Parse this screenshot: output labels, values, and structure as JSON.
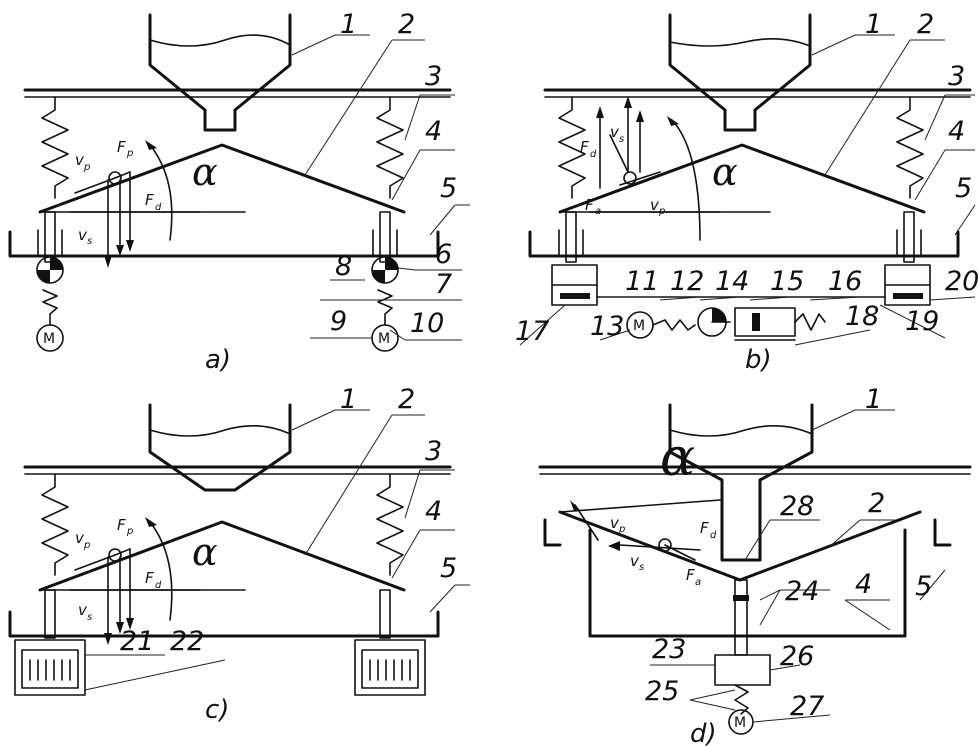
{
  "panels": {
    "a": {
      "caption": "a)",
      "alpha": "α",
      "vectors": [
        "F",
        "p",
        "F",
        "d",
        "v",
        "p",
        "v",
        "s"
      ],
      "motor": "M",
      "labels": [
        "1",
        "2",
        "3",
        "4",
        "5",
        "6",
        "7",
        "8",
        "9",
        "10"
      ]
    },
    "b": {
      "caption": "b)",
      "alpha": "α",
      "vectors": [
        "F",
        "d",
        "v",
        "s",
        "F",
        "a",
        "v",
        "p"
      ],
      "motor": "M",
      "labels": [
        "1",
        "2",
        "3",
        "4",
        "5",
        "11",
        "12",
        "13",
        "14",
        "15",
        "16",
        "17",
        "18",
        "19",
        "20"
      ]
    },
    "c": {
      "caption": "c)",
      "alpha": "α",
      "vectors": [
        "F",
        "p",
        "F",
        "d",
        "v",
        "p",
        "v",
        "s"
      ],
      "labels": [
        "1",
        "2",
        "3",
        "4",
        "5",
        "21",
        "22"
      ]
    },
    "d": {
      "caption": "d)",
      "alpha": "α",
      "vectors": [
        "v",
        "p",
        "v",
        "s",
        "F",
        "d",
        "F",
        "a"
      ],
      "motor": "M",
      "labels": [
        "1",
        "2",
        "4",
        "5",
        "23",
        "24",
        "25",
        "26",
        "27",
        "28"
      ]
    }
  }
}
